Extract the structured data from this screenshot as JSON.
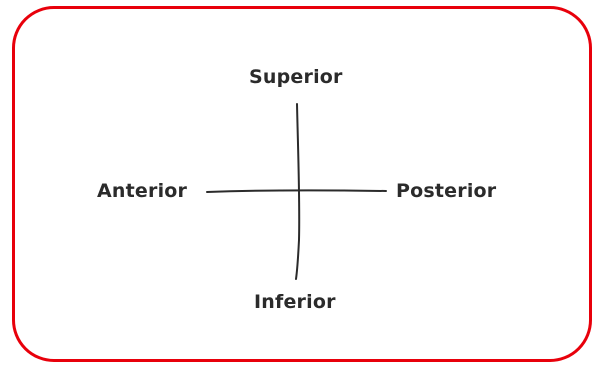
{
  "diagram": {
    "labels": {
      "superior": "Superior",
      "inferior": "Inferior",
      "anterior": "Anterior",
      "posterior": "Posterior"
    },
    "colors": {
      "frame": "#e8000b",
      "lines": "#2b2b2b",
      "text": "#2b2b2b",
      "background": "#ffffff"
    }
  }
}
